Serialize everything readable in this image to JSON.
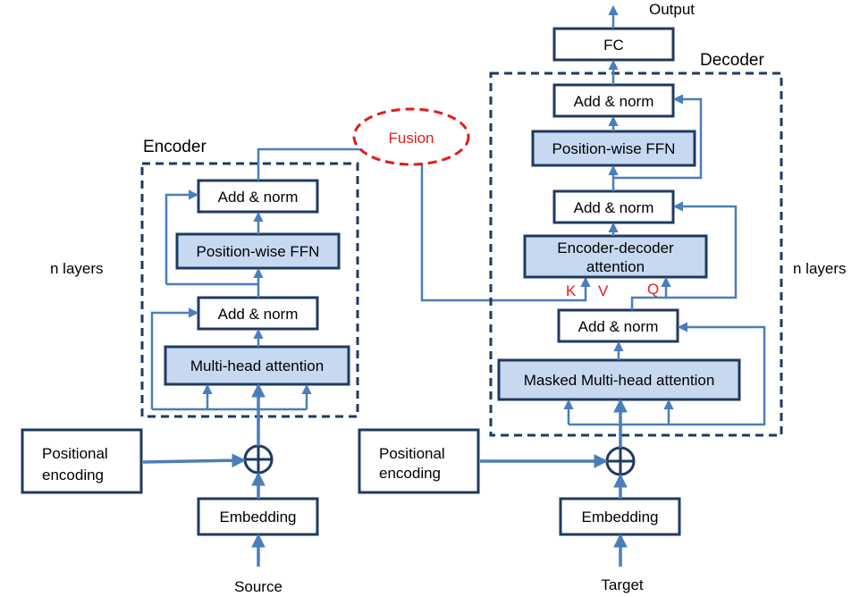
{
  "encoder": {
    "title": "Encoder",
    "side_label": "n layers",
    "add_norm_top": "Add & norm",
    "ffn": "Position-wise FFN",
    "add_norm_bottom": "Add & norm",
    "attention": "Multi-head attention",
    "pos_enc_line1": "Positional",
    "pos_enc_line2": "encoding",
    "embedding": "Embedding",
    "input": "Source"
  },
  "decoder": {
    "title": "Decoder",
    "side_label": "n layers",
    "output": "Output",
    "fc": "FC",
    "add_norm_top": "Add & norm",
    "ffn": "Position-wise FFN",
    "add_norm_mid": "Add & norm",
    "enc_dec_line1": "Encoder-decoder",
    "enc_dec_line2": "attention",
    "k": "K",
    "v": "V",
    "q": "Q",
    "add_norm_bottom": "Add & norm",
    "masked_attention": "Masked Multi-head attention",
    "pos_enc_line1": "Positional",
    "pos_enc_line2": "encoding",
    "embedding": "Embedding",
    "input": "Target"
  },
  "fusion": "Fusion",
  "colors": {
    "box_border": "#1f3a5f",
    "box_fill_blue": "#c6d9f1",
    "arrow": "#4a7ebb",
    "fusion": "#e31a1c"
  }
}
